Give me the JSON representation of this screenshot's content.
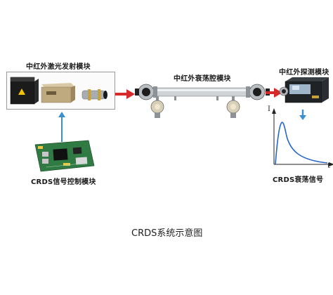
{
  "labels": {
    "laser_module": "中红外激光发射模块",
    "cavity_module": "中红外衰荡腔模块",
    "detector_module": "中红外探测模块",
    "control_module": "CRDS信号控制模块",
    "decay_signal": "CRDS衰荡信号",
    "axis_i": "I",
    "axis_t": "t"
  },
  "caption": "CRDS系统示意图",
  "colors": {
    "arrow_red": "#d62a2a",
    "arrow_blue": "#3a8fd0",
    "decay_curve": "#2a66c9",
    "pcb_green": "#2f7b43",
    "tube_metal": "#cfd3d6"
  }
}
